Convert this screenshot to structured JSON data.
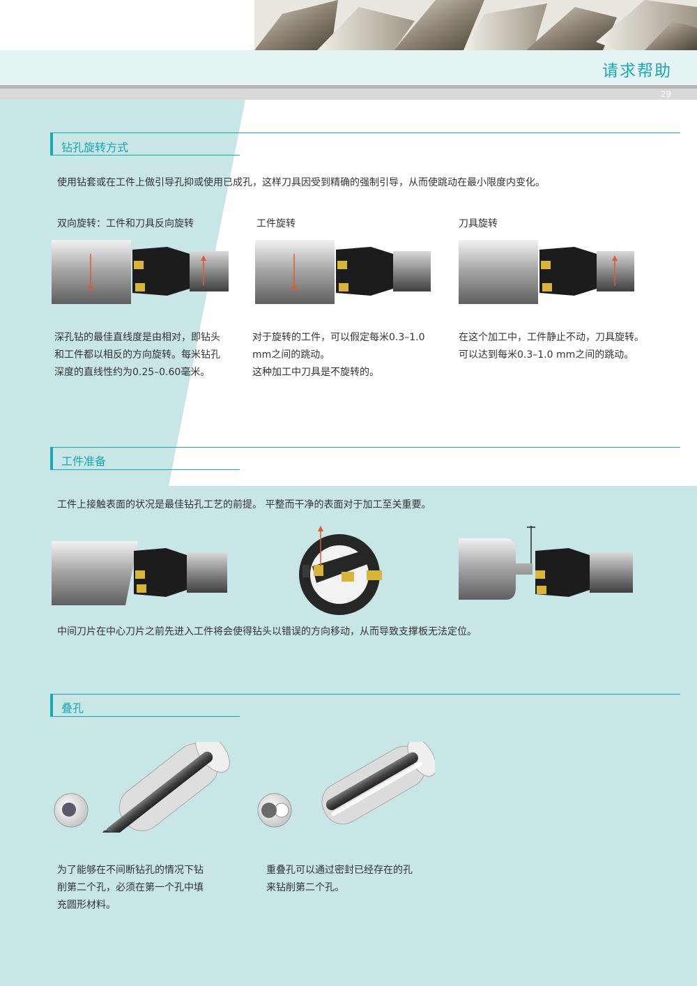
{
  "header": {
    "title": "请求帮助",
    "page_number": "29"
  },
  "sections": {
    "rotation": {
      "title": "钻孔旋转方式",
      "intro": "使用钻套或在工件上做引导孔抑或使用已成孔，这样刀具因受到精确的强制引导，从而使跳动在最小限度内变化。",
      "items": [
        {
          "caption": "双向旋转：工件和刀具反向旋转",
          "lines": [
            "深孔钻的最佳直线度是由相对，即钻头",
            "和工件都以相反的方向旋转。每米钻孔",
            "深度的直线性约为0.25–0.60毫米。"
          ]
        },
        {
          "caption": "工件旋转",
          "lines": [
            "对于旋转的工件，可以假定每米0.3–1.0",
            "mm之间的跳动。",
            "这种加工中刀具是不旋转的。"
          ]
        },
        {
          "caption": "刀具旋转",
          "lines": [
            "在这个加工中，工件静止不动，刀具旋转。",
            "可以达到每米0.3–1.0 mm之间的跳动。"
          ]
        }
      ]
    },
    "workpiece": {
      "title": "工件准备",
      "intro": "工件上接触表面的状况是最佳钻孔工艺的前提。 平整而干净的表面对于加工至关重要。",
      "note": "中间刀片在中心刀片之前先进入工件将会使得钻头以错误的方向移动，从而导致支撑板无法定位。"
    },
    "overlap": {
      "title": "叠孔",
      "items": [
        {
          "lines": [
            "为了能够在不间断钻孔的情况下钻",
            "削第二个孔，必须在第一个孔中填",
            "充圆形材料。"
          ]
        },
        {
          "lines": [
            "重叠孔可以通过密封已经存在的孔",
            "来钻削第二个孔。"
          ]
        }
      ]
    }
  },
  "colors": {
    "accent": "#1aa7b3",
    "background_tint": "#c8e6e6",
    "arrow": "#e05a2a"
  }
}
